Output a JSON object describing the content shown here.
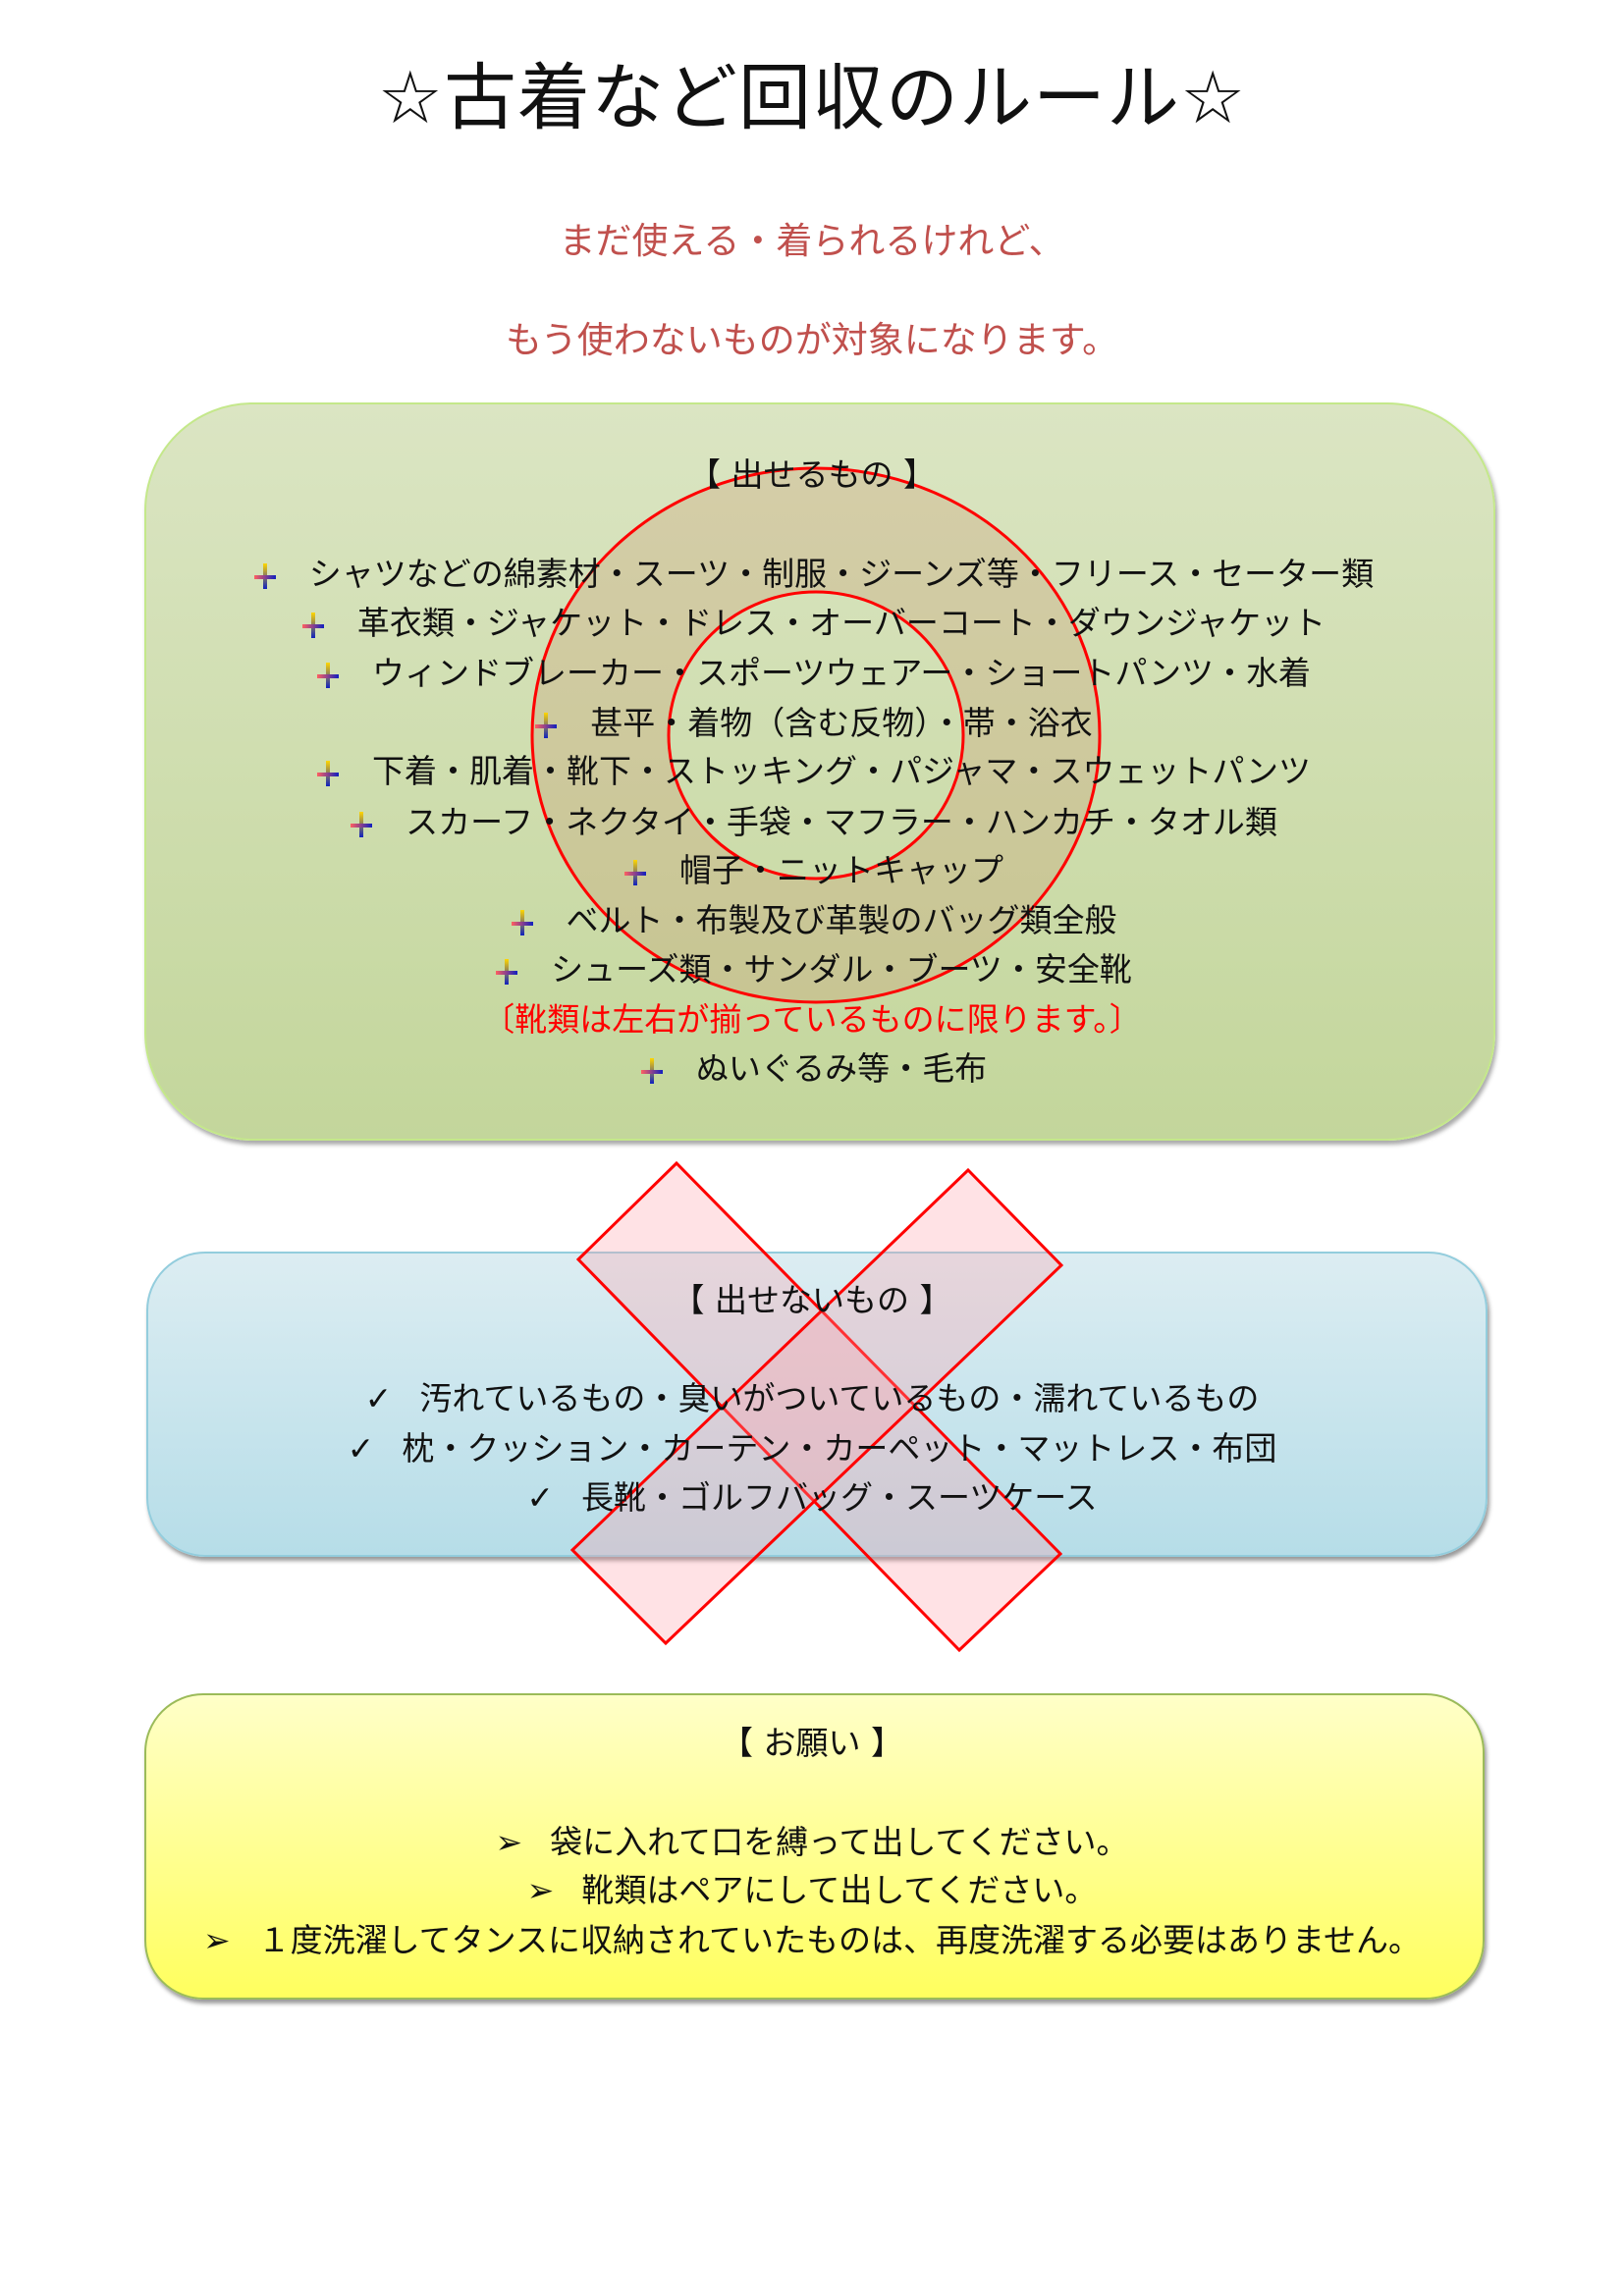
{
  "title": "☆古着など回収のルール☆",
  "subtitle": [
    "まだ使える・着られるけれど、",
    "もう使わないものが対象になります。"
  ],
  "ok": {
    "heading": "【 出せるもの 】",
    "items": [
      "シャツなどの綿素材・スーツ・制服・ジーンズ等・フリース・セーター類",
      "革衣類・ジャケット・ドレス・オーバーコート・ダウンジャケット",
      "ウィンドブレーカー・スポーツウェアー・ショートパンツ・水着",
      "甚平・着物（含む反物）・帯・浴衣",
      "下着・肌着・靴下・ストッキング・パジャマ・スウェットパンツ",
      "スカーフ・ネクタイ・手袋・マフラー・ハンカチ・タオル類",
      "帽子・ニットキャップ",
      "ベルト・布製及び革製のバッグ類全般",
      "シューズ類・サンダル・ブーツ・安全靴"
    ],
    "note": "〔靴類は左右が揃っているものに限ります。〕",
    "last": "ぬいぐるみ等・毛布"
  },
  "ng": {
    "heading": "【 出せないもの 】",
    "items": [
      "汚れているもの・臭いがついているもの・濡れているもの",
      "枕・クッション・カーテン・カーペット・マットレス・布団",
      "長靴・ゴルフバッグ・スーツケース"
    ],
    "mark": "✓"
  },
  "request": {
    "heading": "【 お願い 】",
    "items": [
      "袋に入れて口を縛って出してください。",
      "靴類はペアにして出してください。",
      "１度洗濯してタンスに収納されていたものは、再度洗濯する必要はありません。"
    ],
    "mark": "➢"
  },
  "colors": {
    "accent": "#c0504d",
    "red": "#ff0000"
  }
}
